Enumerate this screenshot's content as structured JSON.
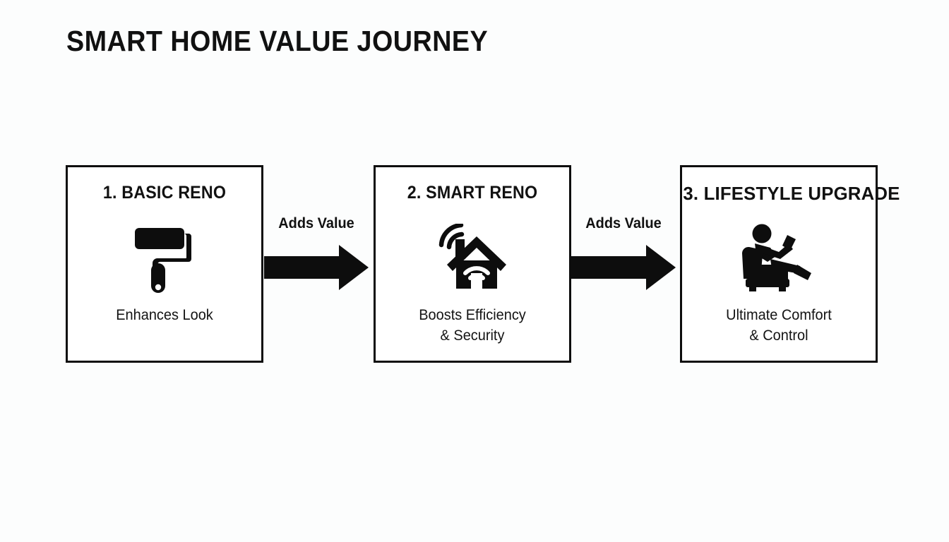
{
  "page": {
    "title": "SMART HOME VALUE JOURNEY",
    "background_color": "#fcfdfd",
    "ink_color": "#0d0d0d"
  },
  "diagram": {
    "type": "process-flow",
    "stages": [
      {
        "header": "1. BASIC RENO",
        "icon_name": "paint-roller-icon",
        "caption": "Enhances Look"
      },
      {
        "header": "2. SMART RENO",
        "icon_name": "smart-home-wifi-icon",
        "caption": "Boosts Efficiency\n& Security"
      },
      {
        "header": "3. LIFESTYLE UPGRADE",
        "icon_name": "person-in-recliner-with-tablet-icon",
        "caption": "Ultimate Comfort\n& Control"
      }
    ],
    "connectors": [
      {
        "label": "Adds Value",
        "icon_name": "right-arrow-icon"
      },
      {
        "label": "Adds Value",
        "icon_name": "right-arrow-icon"
      }
    ]
  }
}
